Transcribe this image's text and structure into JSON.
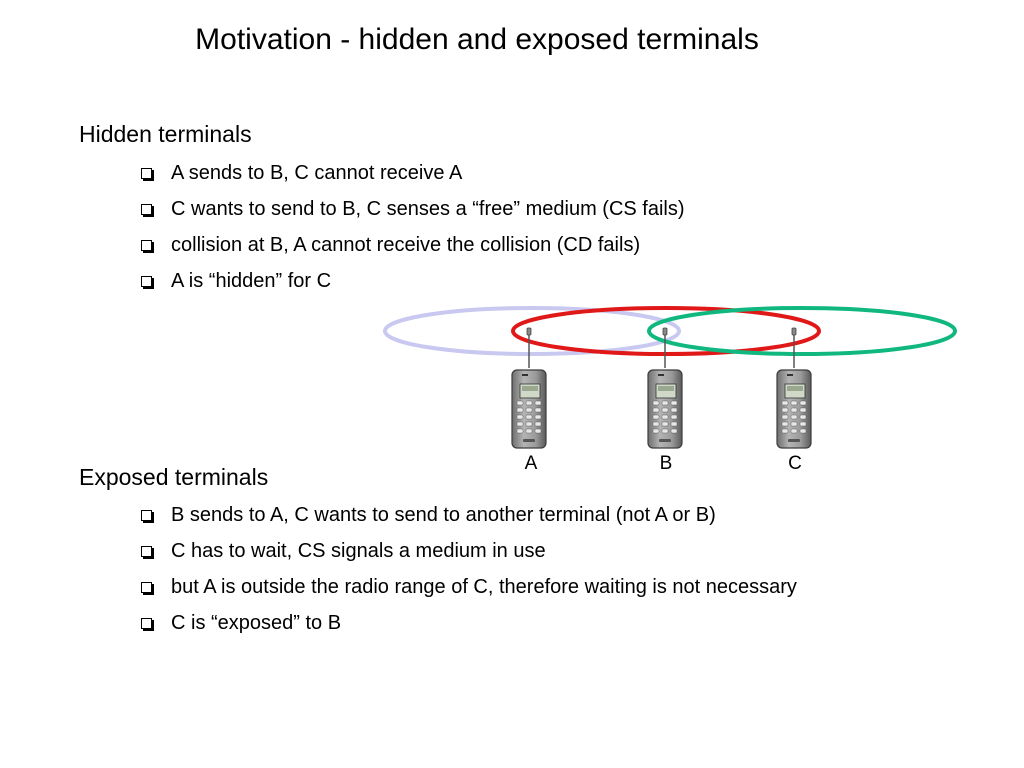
{
  "slide": {
    "title": "Motivation - hidden and exposed terminals"
  },
  "hidden": {
    "heading": "Hidden terminals",
    "bullets": [
      "A sends to B, C cannot receive A",
      "C wants to send to B, C senses a “free” medium (CS fails)",
      "collision at B, A cannot receive the collision (CD fails)",
      "A is “hidden” for C"
    ]
  },
  "exposed": {
    "heading": "Exposed terminals",
    "bullets": [
      "B sends to A, C wants to send to another terminal (not A or B)",
      "C has to wait, CS signals a medium in use",
      "but A is outside the radio range of C, therefore waiting is not necessary",
      "C is “exposed” to B"
    ]
  },
  "diagram": {
    "terminals": [
      "A",
      "B",
      "C"
    ],
    "range_colors": {
      "A": "#c8c8f0",
      "B": "#e01818",
      "C": "#10b880"
    },
    "phone_icon": "mobile-phone-icon"
  }
}
